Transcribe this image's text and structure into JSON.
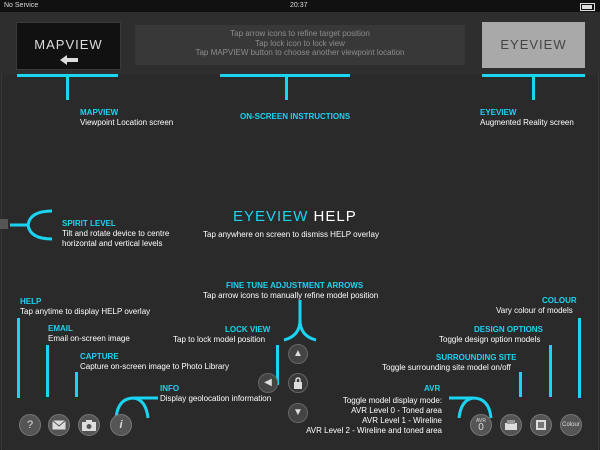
{
  "status_bar": {
    "carrier": "No Service",
    "time": "20:37"
  },
  "top": {
    "mapview_button": "MAPVIEW",
    "instructions": [
      "Tap arrow icons to refine target position",
      "Tap lock icon to lock view",
      "Tap MAPVIEW button to choose another viewpoint location"
    ],
    "eyeview_button": "EYEVIEW"
  },
  "callouts": {
    "mapview": {
      "title": "MAPVIEW",
      "text": "Viewpoint Location screen"
    },
    "instructions": {
      "title": "ON-SCREEN INSTRUCTIONS"
    },
    "eyeview": {
      "title": "EYEVIEW",
      "text": "Augmented Reality screen"
    },
    "spirit_level": {
      "title": "SPIRIT LEVEL",
      "line1": "Tilt and rotate device to centre",
      "line2": "horizontal and vertical levels"
    },
    "help_title_a": "EYEVIEW",
    "help_title_b": " HELP",
    "help_sub": "Tap anywhere on screen to dismiss HELP overlay",
    "fine_tune": {
      "title": "FINE TUNE ADJUSTMENT ARROWS",
      "text": "Tap arrow icons to manually refine model position"
    },
    "help": {
      "title": "HELP",
      "text": "Tap anytime to display HELP overlay"
    },
    "email": {
      "title": "EMAIL",
      "text": "Email on-screen image"
    },
    "capture": {
      "title": "CAPTURE",
      "text": "Capture on-screen image to Photo Library"
    },
    "info": {
      "title": "INFO",
      "text": "Display geolocation information"
    },
    "lock_view": {
      "title": "LOCK VIEW",
      "text": "Tap to lock model position"
    },
    "colour": {
      "title": "COLOUR",
      "text": "Vary colour of models"
    },
    "design_options": {
      "title": "DESIGN OPTIONS",
      "text": "Toggle design option models"
    },
    "surrounding_site": {
      "title": "SURROUNDING SITE",
      "text": "Toggle surrounding site model on/off"
    },
    "avr": {
      "title": "AVR",
      "line1": "Toggle model display mode:",
      "line2": "AVR Level 0 - Toned area",
      "line3": "AVR Level 1 - Wireline",
      "line4": "AVR Level 2 - Wireline and toned area"
    }
  },
  "buttons": {
    "help": "?",
    "info": "i",
    "avr_small": "AVR",
    "avr_level": "0",
    "colour": "Colour"
  },
  "icons": [
    "left-arrow-icon",
    "help-icon",
    "email-icon",
    "camera-icon",
    "info-icon",
    "arrow-up-icon",
    "arrow-down-icon",
    "arrow-left-icon",
    "lock-icon",
    "surrounding-site-icon",
    "design-options-icon"
  ],
  "colors": {
    "accent": "#1bd4f2",
    "background": "#2a2a2a"
  }
}
